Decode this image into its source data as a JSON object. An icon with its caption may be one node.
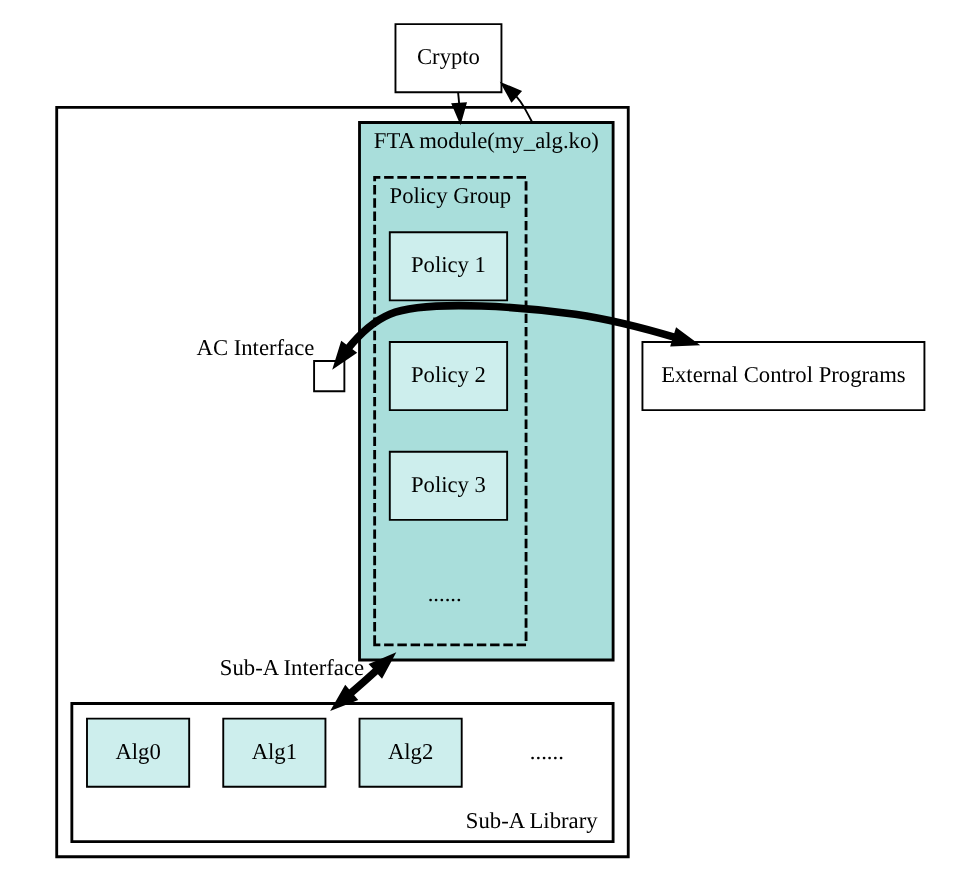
{
  "diagram": {
    "nodes": [
      {
        "text": [
          "Crypto"
        ]
      },
      {
        "text": [],
        "shape": "box"
      },
      {
        "text": [
          "FTA module(my_alg.ko)"
        ],
        "in": 1
      },
      {
        "text": [
          "Policy Group"
        ],
        "in": 2
      },
      {
        "text": [
          "Policy 1"
        ],
        "in": 3
      },
      {
        "text": [
          "Policy 2"
        ],
        "in": 3
      },
      {
        "text": [
          "Policy 3"
        ],
        "in": 3
      },
      {
        "text": [],
        "shape": "box",
        "beside": [
          "AC Interface"
        ],
        "in": 1
      },
      {
        "text": [
          "External Control Programs"
        ]
      },
      {
        "text": [
          "Sub-A Library"
        ],
        "in": 1
      },
      {
        "text": [
          "Alg0"
        ],
        "in": 9
      },
      {
        "text": [
          "Alg1"
        ],
        "in": 9
      },
      {
        "text": [
          "Alg2"
        ],
        "in": 9
      }
    ],
    "edges": [
      {
        "from": 0,
        "to": 2,
        "arrow": "to"
      },
      {
        "from": 2,
        "to": 0,
        "arrow": "to"
      },
      {
        "from": 7,
        "to": 8,
        "arrow": "both",
        "style": "thick"
      },
      {
        "from": 2,
        "to": 9,
        "arrow": "both",
        "style": "thick",
        "label": "Sub-A Interface"
      }
    ],
    "labels": [
      "......",
      "......"
    ]
  }
}
